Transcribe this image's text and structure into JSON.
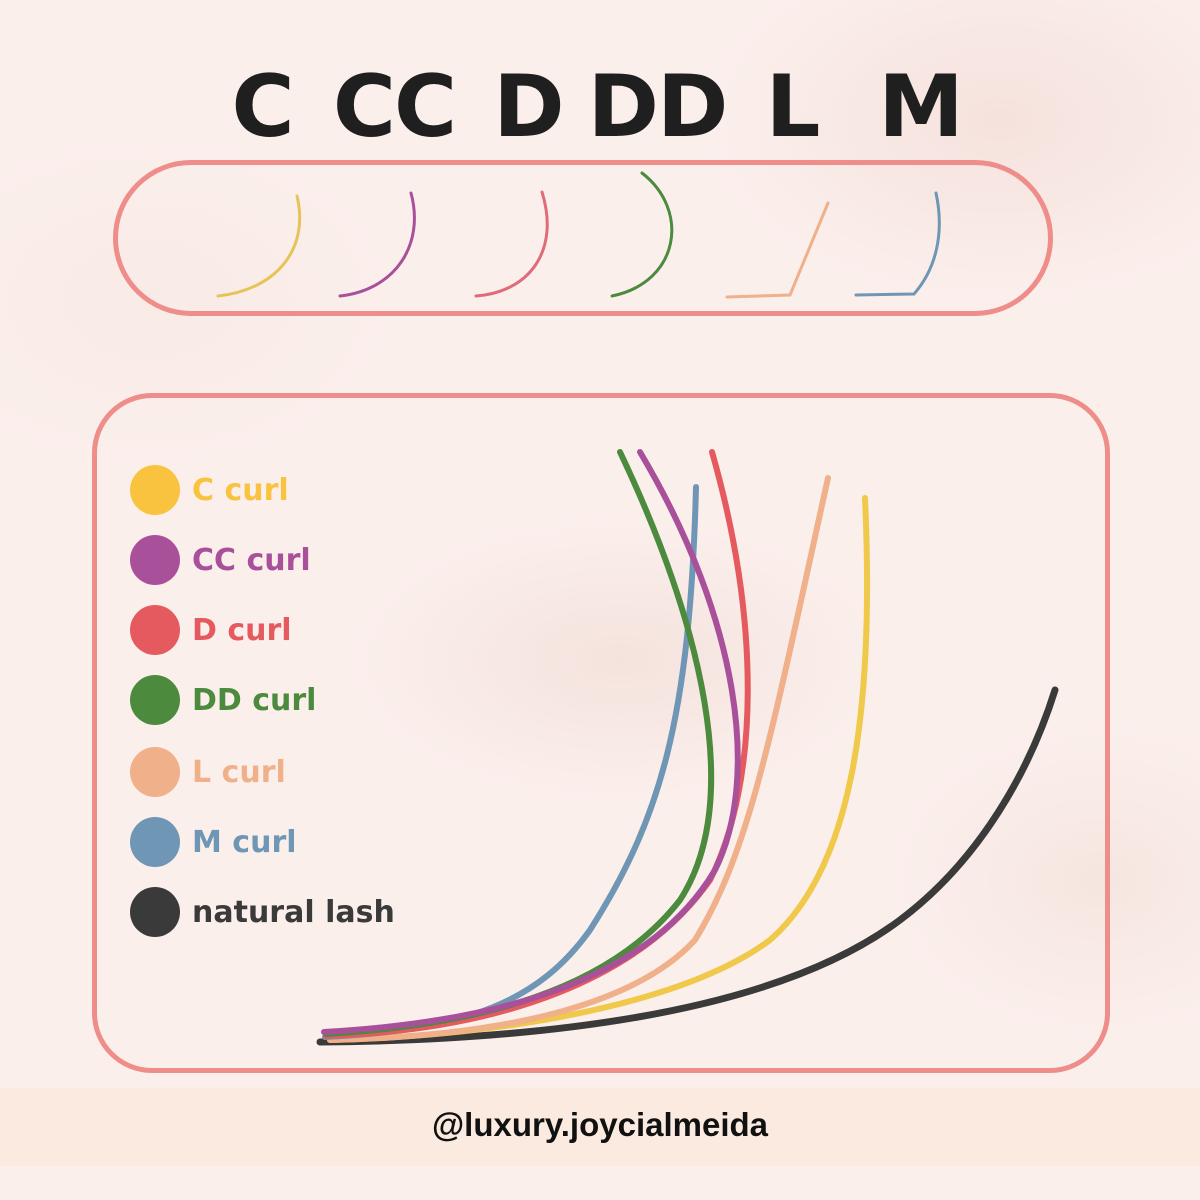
{
  "top_letters": [
    "C",
    "CC",
    "D",
    "DD",
    "L",
    "M"
  ],
  "legend": [
    {
      "label": "C curl",
      "color": "#f9c33f"
    },
    {
      "label": "CC curl",
      "color": "#a9509b"
    },
    {
      "label": "D curl",
      "color": "#e55a5f"
    },
    {
      "label": "DD curl",
      "color": "#4c8a3d"
    },
    {
      "label": "L curl",
      "color": "#efb08a"
    },
    {
      "label": "M curl",
      "color": "#6f96b4"
    },
    {
      "label": "natural lash",
      "color": "#3a3a3a"
    }
  ],
  "colors": {
    "frame": "#ee8d8a",
    "background": "#fbefec",
    "footer_band": "#fbeae0"
  },
  "footer": {
    "handle": "@luxury.joycialmeida"
  }
}
